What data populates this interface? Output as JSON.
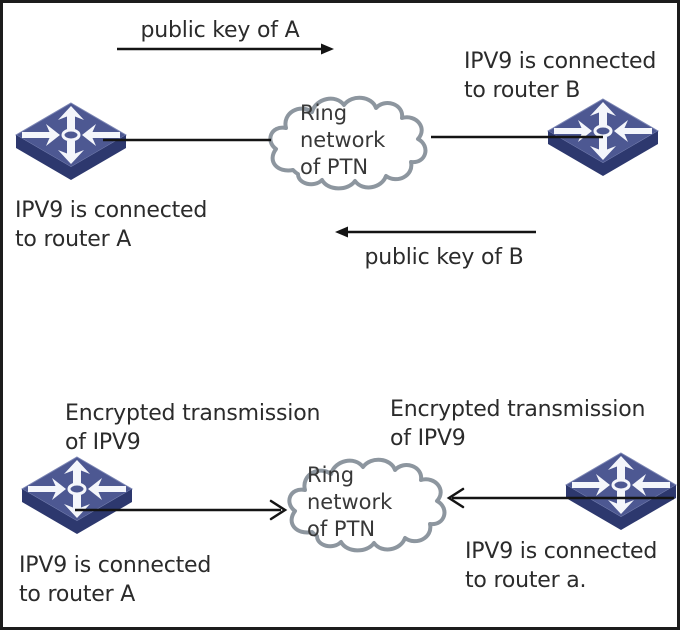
{
  "figure": {
    "top_section": {
      "public_key_a_label": "public key of A",
      "public_key_b_label": "public key of B",
      "left_router_caption": "IPV9 is connected\nto router A",
      "right_router_caption": "IPV9 is connected\nto router B",
      "cloud_caption": "Ring\nnetwork\nof PTN"
    },
    "bottom_section": {
      "left_encryption_label": "Encrypted transmission\nof IPV9",
      "right_encryption_label": "Encrypted transmission\nof IPV9",
      "left_router_caption": "IPV9 is connected\nto router A",
      "right_router_caption": "IPV9 is connected\nto router a.",
      "cloud_caption": "Ring\nnetwork\nof PTN"
    },
    "colors": {
      "router_top_face": "#4d5892",
      "router_side_face": "#2d386e",
      "router_arrows": "#f4f6fb",
      "cloud_stroke": "#8d969f",
      "cloud_fill": "#ffffff",
      "connector_line": "#141414",
      "text": "#2b2b2b",
      "frame_border": "#1c1c1c"
    }
  }
}
